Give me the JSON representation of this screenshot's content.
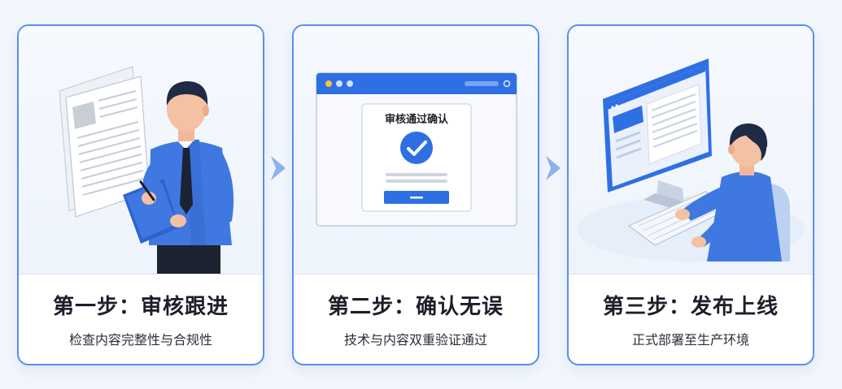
{
  "colors": {
    "accent": "#2f6fe4",
    "card_border": "#5b8def",
    "background": "#f3f7fd",
    "title_text": "#1c1f2a"
  },
  "steps": [
    {
      "title": "第一步：审核跟进",
      "subtitle": "检查内容完整性与合规性",
      "illustration": "man-reviewing-document"
    },
    {
      "title": "第二步：确认无误",
      "subtitle": "技术与内容双重验证通过",
      "illustration": "approval-confirmation-window",
      "window_heading": "审核通过确认",
      "icon": "check-circle-icon"
    },
    {
      "title": "第三步：发布上线",
      "subtitle": "正式部署至生产环境",
      "illustration": "man-at-computer-deploying"
    }
  ],
  "connectors": [
    "chevron-right-icon",
    "chevron-right-icon"
  ]
}
